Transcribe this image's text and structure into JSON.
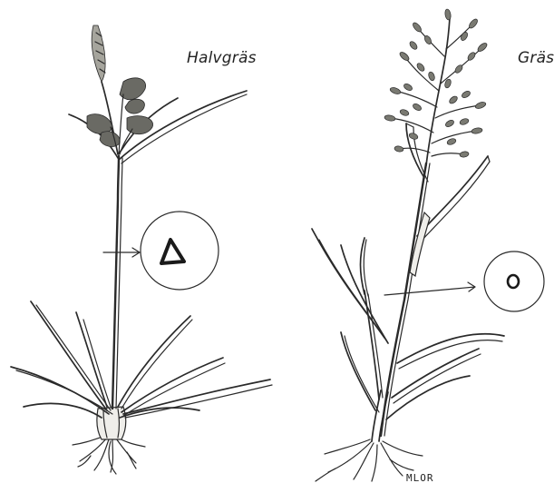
{
  "labels": {
    "sedge": "Halvgräs",
    "grass": "Gräs"
  },
  "signature": {
    "text": "MLOR"
  }
}
